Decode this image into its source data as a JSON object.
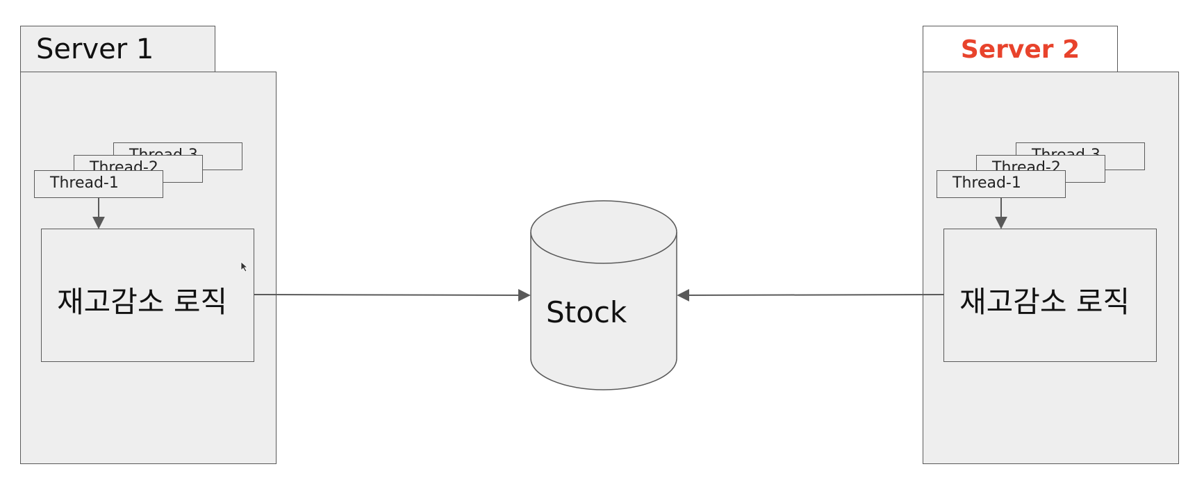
{
  "server1": {
    "title": "Server 1",
    "threads": [
      "Thread-3",
      "Thread-2",
      "Thread-1"
    ],
    "logic_label": "재고감소 로직"
  },
  "server2": {
    "title": "Server 2",
    "title_color": "#e8432c",
    "threads": [
      "Thread-3",
      "Thread-2",
      "Thread-1"
    ],
    "logic_label": "재고감소 로직"
  },
  "database": {
    "label": "Stock"
  },
  "colors": {
    "fill": "#eeeeee",
    "stroke": "#595959",
    "highlight": "#e8432c"
  }
}
